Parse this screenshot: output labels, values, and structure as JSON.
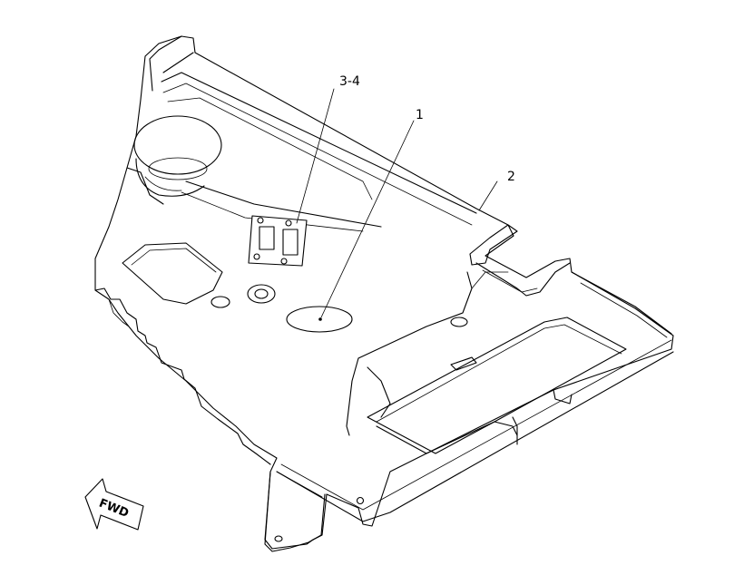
{
  "callouts": {
    "c1": "1",
    "c2": "2",
    "c34": "3-4"
  },
  "direction_marker": {
    "text": "FWD",
    "icon": "fwd-arrow-icon"
  }
}
